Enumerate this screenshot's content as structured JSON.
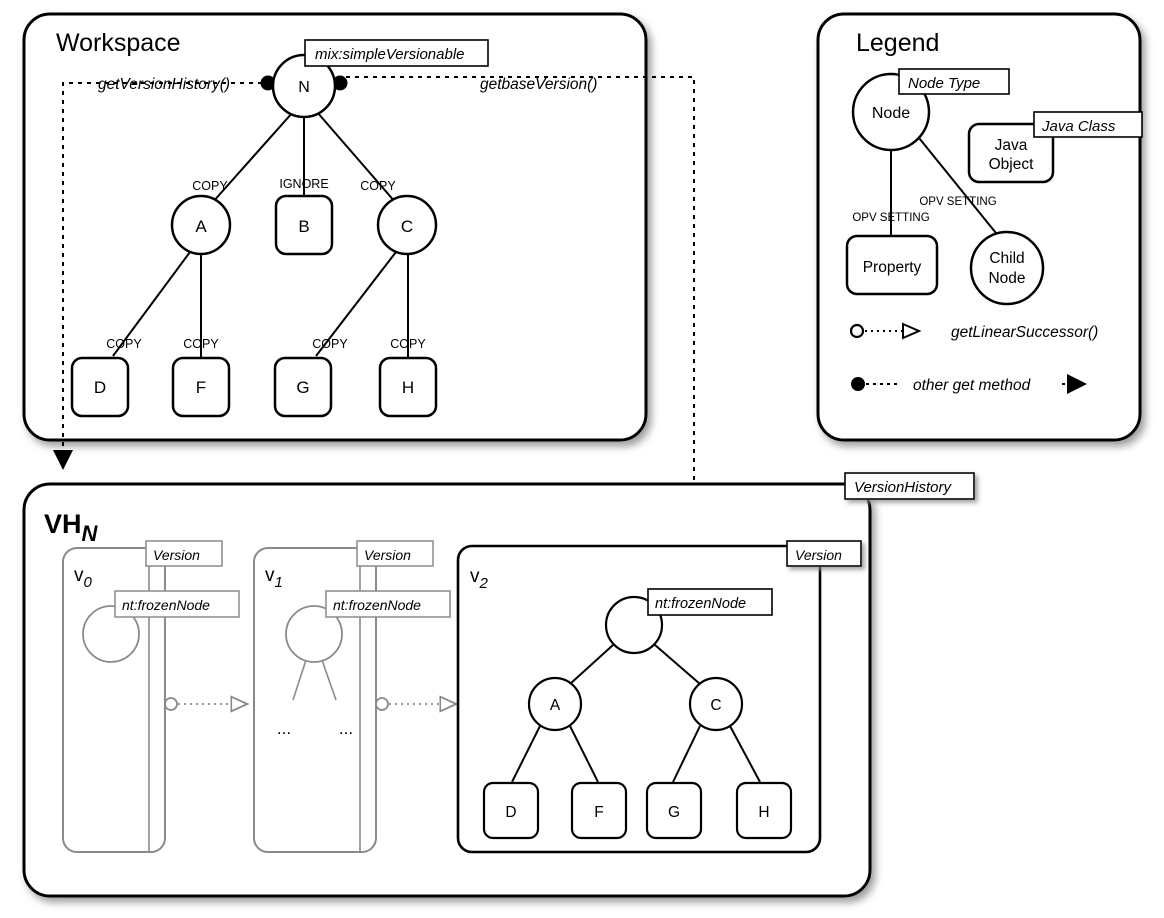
{
  "diagram": {
    "title": "JCR Versioning Workspace / VersionHistory diagram",
    "colors": {
      "stroke_black": "#000000",
      "stroke_gray": "#8a8a8a",
      "fill_white": "#ffffff",
      "shadow": "#9a9a9a"
    }
  },
  "workspace": {
    "title": "Workspace",
    "root": {
      "label": "N",
      "stereotype": "mix:simpleVersionable"
    },
    "methods": {
      "left": "getVersionHistory()",
      "right": "getbaseVersion()"
    },
    "edges": [
      {
        "from": "N",
        "to": "A",
        "label": "COPY"
      },
      {
        "from": "N",
        "to": "B",
        "label": "IGNORE"
      },
      {
        "from": "N",
        "to": "C",
        "label": "COPY"
      },
      {
        "from": "A",
        "to": "D",
        "label": "COPY"
      },
      {
        "from": "A",
        "to": "F",
        "label": "COPY"
      },
      {
        "from": "C",
        "to": "G",
        "label": "COPY"
      },
      {
        "from": "C",
        "to": "H",
        "label": "COPY"
      }
    ],
    "nodes": [
      {
        "label": "A",
        "shape": "circle"
      },
      {
        "label": "B",
        "shape": "rounded-rect"
      },
      {
        "label": "C",
        "shape": "circle"
      },
      {
        "label": "D",
        "shape": "rounded-rect"
      },
      {
        "label": "F",
        "shape": "rounded-rect"
      },
      {
        "label": "G",
        "shape": "rounded-rect"
      },
      {
        "label": "H",
        "shape": "rounded-rect"
      }
    ]
  },
  "legend": {
    "title": "Legend",
    "node": {
      "label": "Node",
      "callout": "Node Type"
    },
    "java_object": {
      "label_line1": "Java",
      "label_line2": "Object",
      "callout": "Java Class"
    },
    "property": {
      "label": "Property",
      "edge_label": "OPV SETTING"
    },
    "child_node": {
      "label_line1": "Child",
      "label_line2": "Node",
      "edge_label": "OPV SETTING"
    },
    "entries": [
      {
        "marker": "open-circle-to-hollow-triangle",
        "label": "getLinearSuccessor()"
      },
      {
        "marker": "filled-circle-dashed",
        "label": "other get method"
      }
    ]
  },
  "version_history": {
    "title_main": "VH",
    "title_sub": "N",
    "callout": "VersionHistory",
    "versions": [
      {
        "name_main": "v",
        "name_sub": "0",
        "callout": "Version",
        "frozen_callout": "nt:frozenNode",
        "style": "gray",
        "ellipsis": [],
        "tree": {
          "root_children": 0,
          "leaves": []
        }
      },
      {
        "name_main": "v",
        "name_sub": "1",
        "callout": "Version",
        "frozen_callout": "nt:frozenNode",
        "style": "gray",
        "ellipsis": [
          "...",
          "..."
        ],
        "tree": {
          "root_children": 2,
          "leaves": []
        }
      },
      {
        "name_main": "v",
        "name_sub": "2",
        "callout": "Version",
        "frozen_callout": "nt:frozenNode",
        "style": "black",
        "ellipsis": [],
        "tree": {
          "root_children": 2,
          "mid": [
            {
              "label": "A"
            },
            {
              "label": "C"
            }
          ],
          "leaves": [
            {
              "label": "D"
            },
            {
              "label": "F"
            },
            {
              "label": "G"
            },
            {
              "label": "H"
            }
          ]
        }
      }
    ]
  }
}
